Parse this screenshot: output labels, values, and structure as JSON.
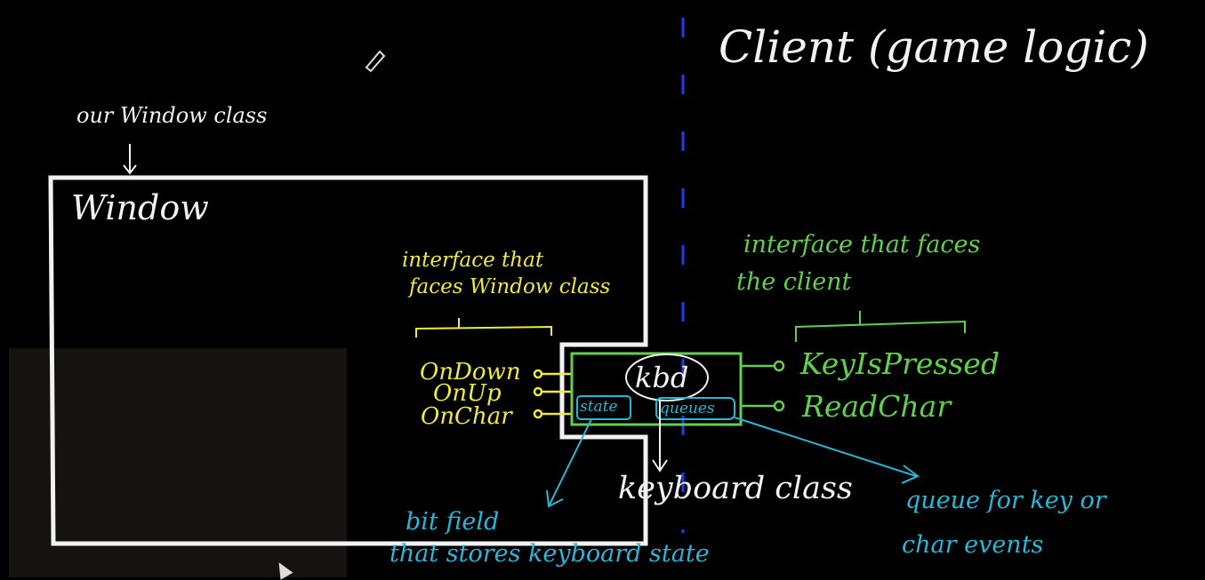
{
  "colors": {
    "background": "#000000",
    "white_ink": "#f2f2f2",
    "yellow_ink": "#f0ea3a",
    "green_ink": "#5fd14a",
    "cyan_ink": "#27b7d8",
    "divider_blue": "#1f3df0"
  },
  "client": {
    "title": "Client (game logic)"
  },
  "window": {
    "annotation": "our Window class",
    "title": "Window"
  },
  "window_interface": {
    "caption_line1": "interface that",
    "caption_line2": "faces Window class",
    "inputs": [
      "OnDown",
      "OnUp",
      "OnChar"
    ]
  },
  "keyboard": {
    "name": "kbd",
    "state_label": "state",
    "queues_label": "queues",
    "class_label": "keyboard class"
  },
  "client_interface": {
    "caption_line1": "interface that faces",
    "caption_line2": "the client",
    "outputs": [
      "KeyIsPressed",
      "ReadChar"
    ]
  },
  "notes": {
    "bitfield_line1": "bit field",
    "bitfield_line2": "that stores keyboard state",
    "queue_line1": "queue for key or",
    "queue_line2": "char events"
  }
}
